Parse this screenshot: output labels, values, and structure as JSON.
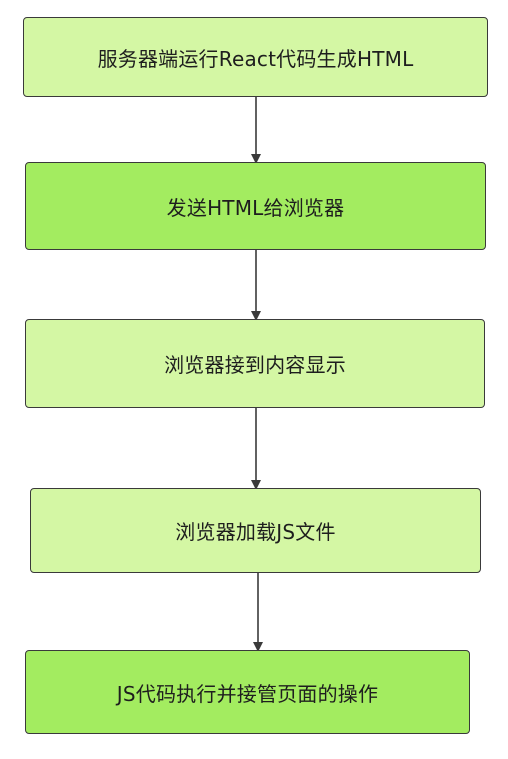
{
  "flowchart": {
    "steps": [
      {
        "id": "step-1",
        "label": "服务器端运行React代码生成HTML"
      },
      {
        "id": "step-2",
        "label": "发送HTML给浏览器"
      },
      {
        "id": "step-3",
        "label": "浏览器接到内容显示"
      },
      {
        "id": "step-4",
        "label": "浏览器加载JS文件"
      },
      {
        "id": "step-5",
        "label": "JS代码执行并接管页面的操作"
      }
    ],
    "colors": {
      "box_light": "#d4f7a4",
      "box_bright": "#a3ec60",
      "border": "#3a3a3a",
      "arrow": "#3a3a3a"
    }
  }
}
